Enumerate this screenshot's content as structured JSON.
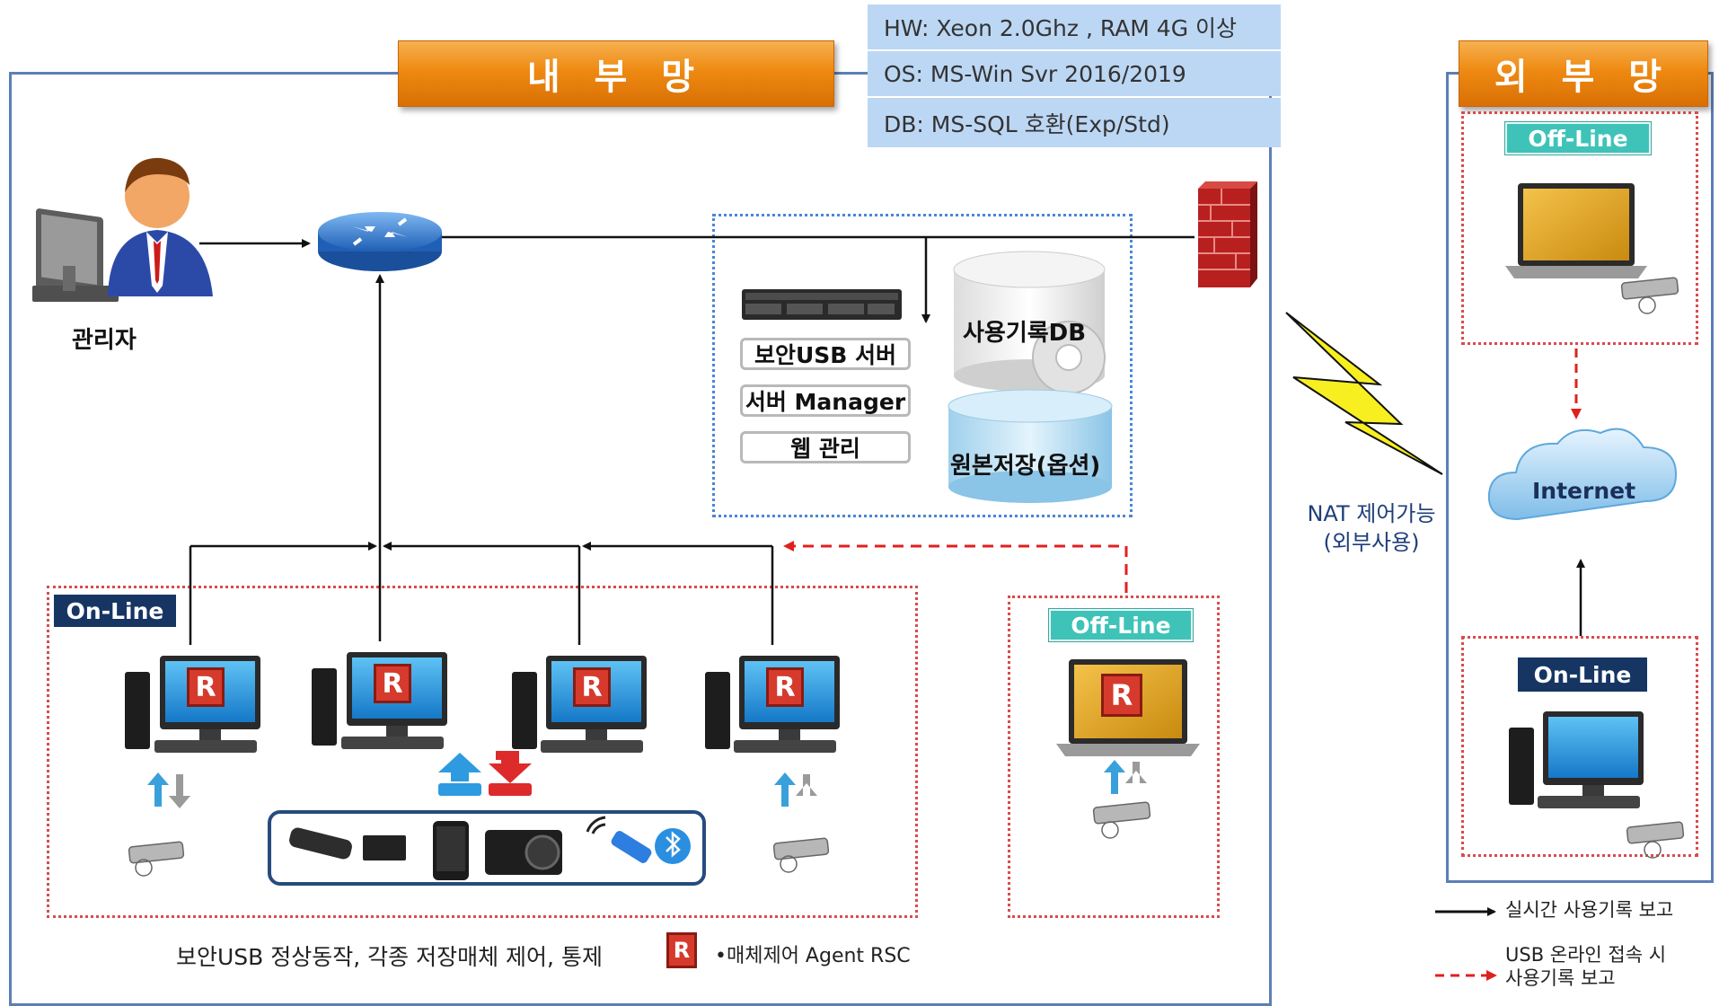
{
  "internal": {
    "title": "내 부 망"
  },
  "external": {
    "title": "외 부 망"
  },
  "specs": [
    "HW: Xeon 2.0Ghz , RAM 4G 이상",
    "OS: MS-Win Svr 2016/2019",
    "DB: MS-SQL 호환(Exp/Std)"
  ],
  "admin": {
    "label": "관리자"
  },
  "server": {
    "buttons": [
      "보안USB 서버",
      "서버 Manager",
      "웹 관리"
    ],
    "db_label": "사용기록DB",
    "storage_label": "원본저장(옵션)"
  },
  "nat": {
    "line1": "NAT 제어가능",
    "line2": "(외부사용)"
  },
  "zones": {
    "online_internal": "On-Line",
    "offline_internal": "Off-Line",
    "offline_external": "Off-Line",
    "online_external": "On-Line"
  },
  "internet": {
    "label": "Internet"
  },
  "agent_icon_letter": "R",
  "caption": {
    "left": "보안USB 정상동작, 각종 저장매체 제어, 통제",
    "right": "•매체제어 Agent RSC"
  },
  "legend": {
    "solid": "실시간 사용기록 보고",
    "dashed_line1": "USB 온라인 접속 시",
    "dashed_line2": "사용기록 보고"
  },
  "colors": {
    "banner_orange": "#ee8a12",
    "frame_blue": "#5b7fb5",
    "spec_blue": "#bcd7f4",
    "online_navy": "#163563",
    "offline_teal": "#3fc3b8",
    "dashed_red": "#e02020"
  }
}
